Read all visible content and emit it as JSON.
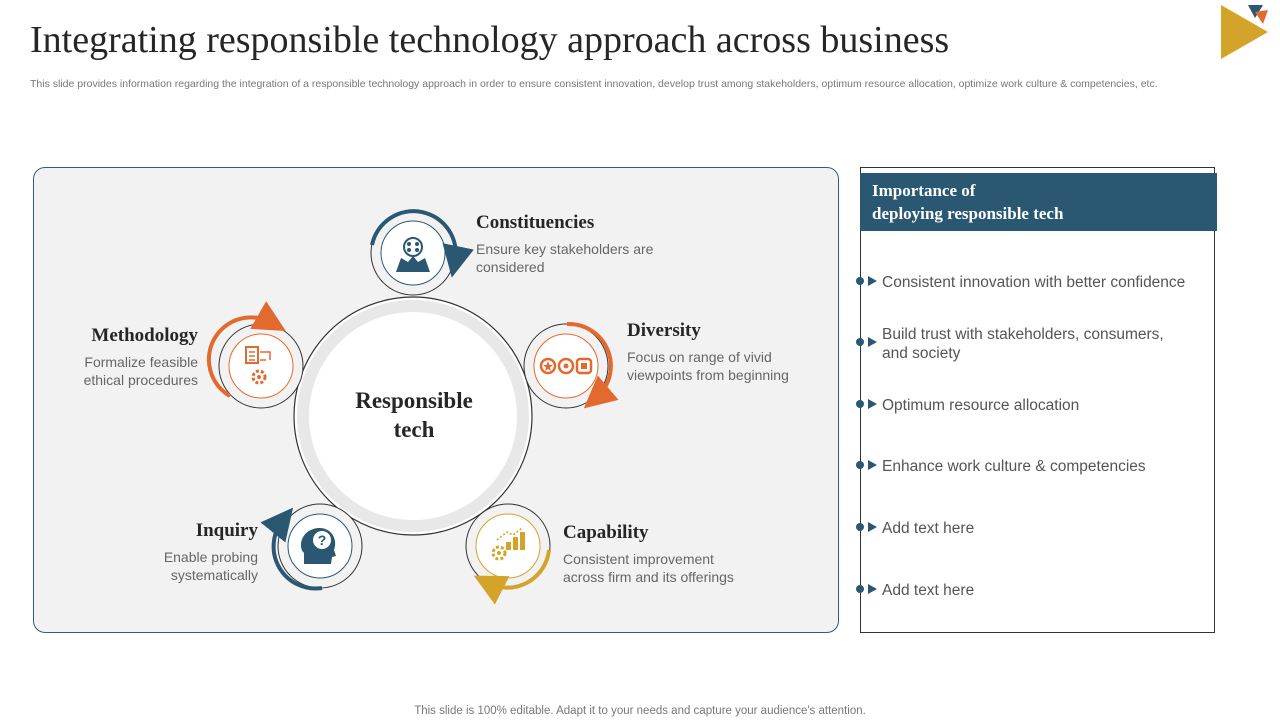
{
  "title": "Integrating responsible technology approach across business",
  "subtitle": "This slide provides information regarding the integration of a responsible technology approach in order to ensure consistent innovation, develop trust among stakeholders, optimum resource allocation, optimize work culture & competencies, etc.",
  "center": {
    "line1": "Responsible",
    "line2": "tech"
  },
  "nodes": {
    "constituencies": {
      "title": "Constituencies",
      "desc": "Ensure key stakeholders are considered",
      "icon": "stakeholders-icon",
      "color": "#2a5872"
    },
    "diversity": {
      "title": "Diversity",
      "desc": "Focus on range of vivid viewpoints from beginning",
      "icon": "diversity-icon",
      "color": "#e36a2e"
    },
    "capability": {
      "title": "Capability",
      "desc": "Consistent improvement across firm and its offerings",
      "icon": "growth-gear-icon",
      "color": "#d4a42a"
    },
    "inquiry": {
      "title": "Inquiry",
      "desc": "Enable probing systematically",
      "icon": "head-question-icon",
      "color": "#2a5872"
    },
    "methodology": {
      "title": "Methodology",
      "desc": "Formalize feasible ethical procedures",
      "icon": "procedure-gear-icon",
      "color": "#e36a2e"
    }
  },
  "importance": {
    "heading_line1": "Importance of",
    "heading_line2": "deploying responsible tech",
    "items": [
      "Consistent innovation with better confidence",
      "Build trust with stakeholders, consumers, and society",
      "Optimum resource allocation",
      "Enhance work culture  & competencies",
      "Add text here",
      "Add text here"
    ]
  },
  "footer": "This slide is 100% editable. Adapt it to your needs and capture your audience's attention.",
  "colors": {
    "navy": "#2a5872",
    "orange": "#e36a2e",
    "gold": "#d4a42a"
  }
}
